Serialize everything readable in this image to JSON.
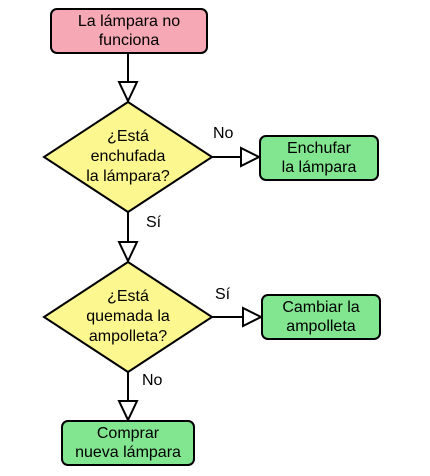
{
  "colors": {
    "start_fill": "#f6a9b4",
    "decision_fill": "#fdf78f",
    "action_fill": "#82e58f",
    "stroke": "#000000"
  },
  "nodes": {
    "start": "La lámpara no\nfunciona",
    "decision_plugged": "¿Está\nenchufada\nla lámpara?",
    "action_plug": "Enchufar\nla lámpara",
    "decision_burnt": "¿Está\nquemada la\nampolleta?",
    "action_change": "Cambiar la\nampolleta",
    "action_buy": "Comprar\nnueva lámpara"
  },
  "edges": {
    "plugged_no": "No",
    "plugged_yes": "Sí",
    "burnt_yes": "Sí",
    "burnt_no": "No"
  }
}
